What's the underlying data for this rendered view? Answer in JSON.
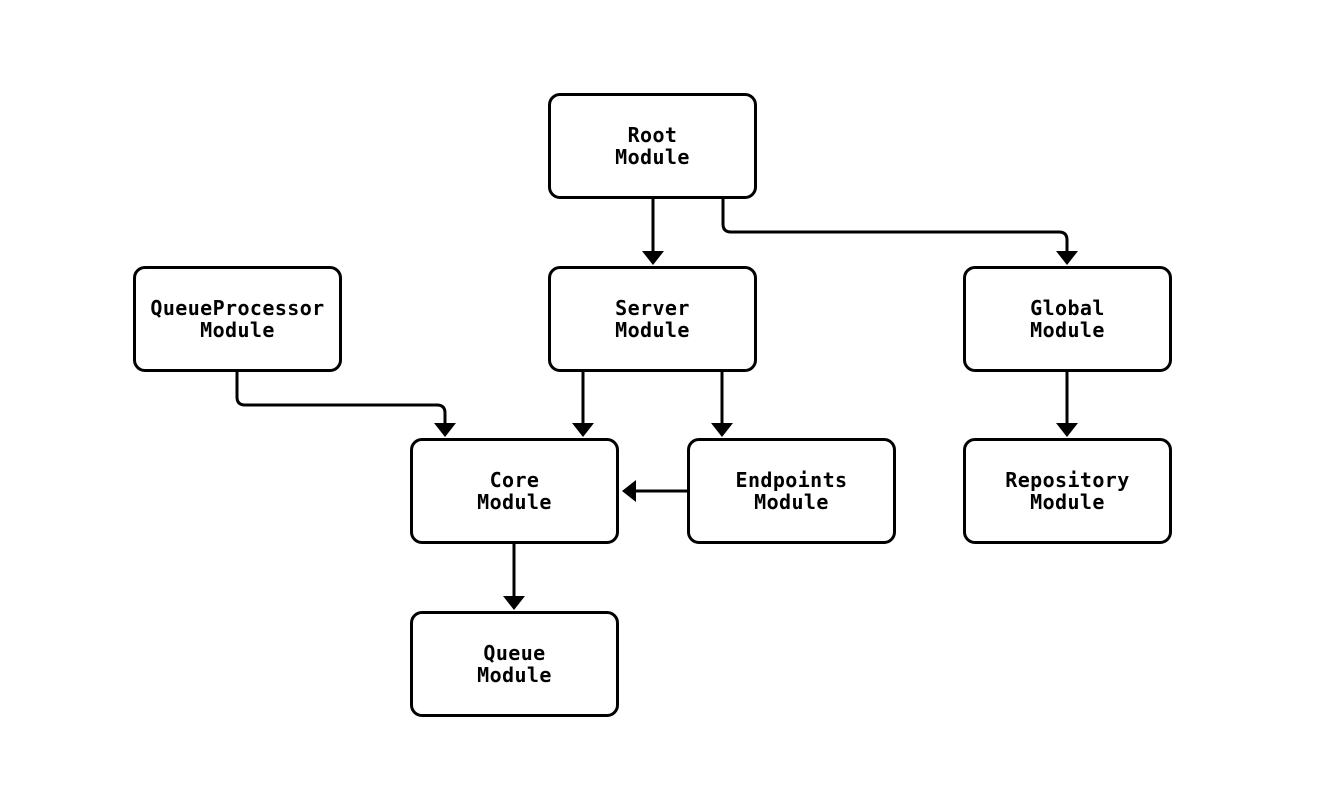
{
  "diagram": {
    "type": "flowchart",
    "background_color": "#ffffff",
    "node_fill_color": "#ffffff",
    "node_border_color": "#000000",
    "edge_color": "#000000",
    "nodes": {
      "root": {
        "label": "Root\nModule"
      },
      "queueprocessor": {
        "label": "QueueProcessor\nModule"
      },
      "server": {
        "label": "Server\nModule"
      },
      "global": {
        "label": "Global\nModule"
      },
      "core": {
        "label": "Core\nModule"
      },
      "endpoints": {
        "label": "Endpoints\nModule"
      },
      "repository": {
        "label": "Repository\nModule"
      },
      "queue": {
        "label": "Queue\nModule"
      }
    },
    "edges": [
      {
        "from": "Root Module",
        "to": "Server Module"
      },
      {
        "from": "Root Module",
        "to": "Global Module"
      },
      {
        "from": "QueueProcessor Module",
        "to": "Core Module"
      },
      {
        "from": "Server Module",
        "to": "Core Module"
      },
      {
        "from": "Server Module",
        "to": "Endpoints Module"
      },
      {
        "from": "Endpoints Module",
        "to": "Core Module"
      },
      {
        "from": "Global Module",
        "to": "Repository Module"
      },
      {
        "from": "Core Module",
        "to": "Queue Module"
      }
    ]
  }
}
